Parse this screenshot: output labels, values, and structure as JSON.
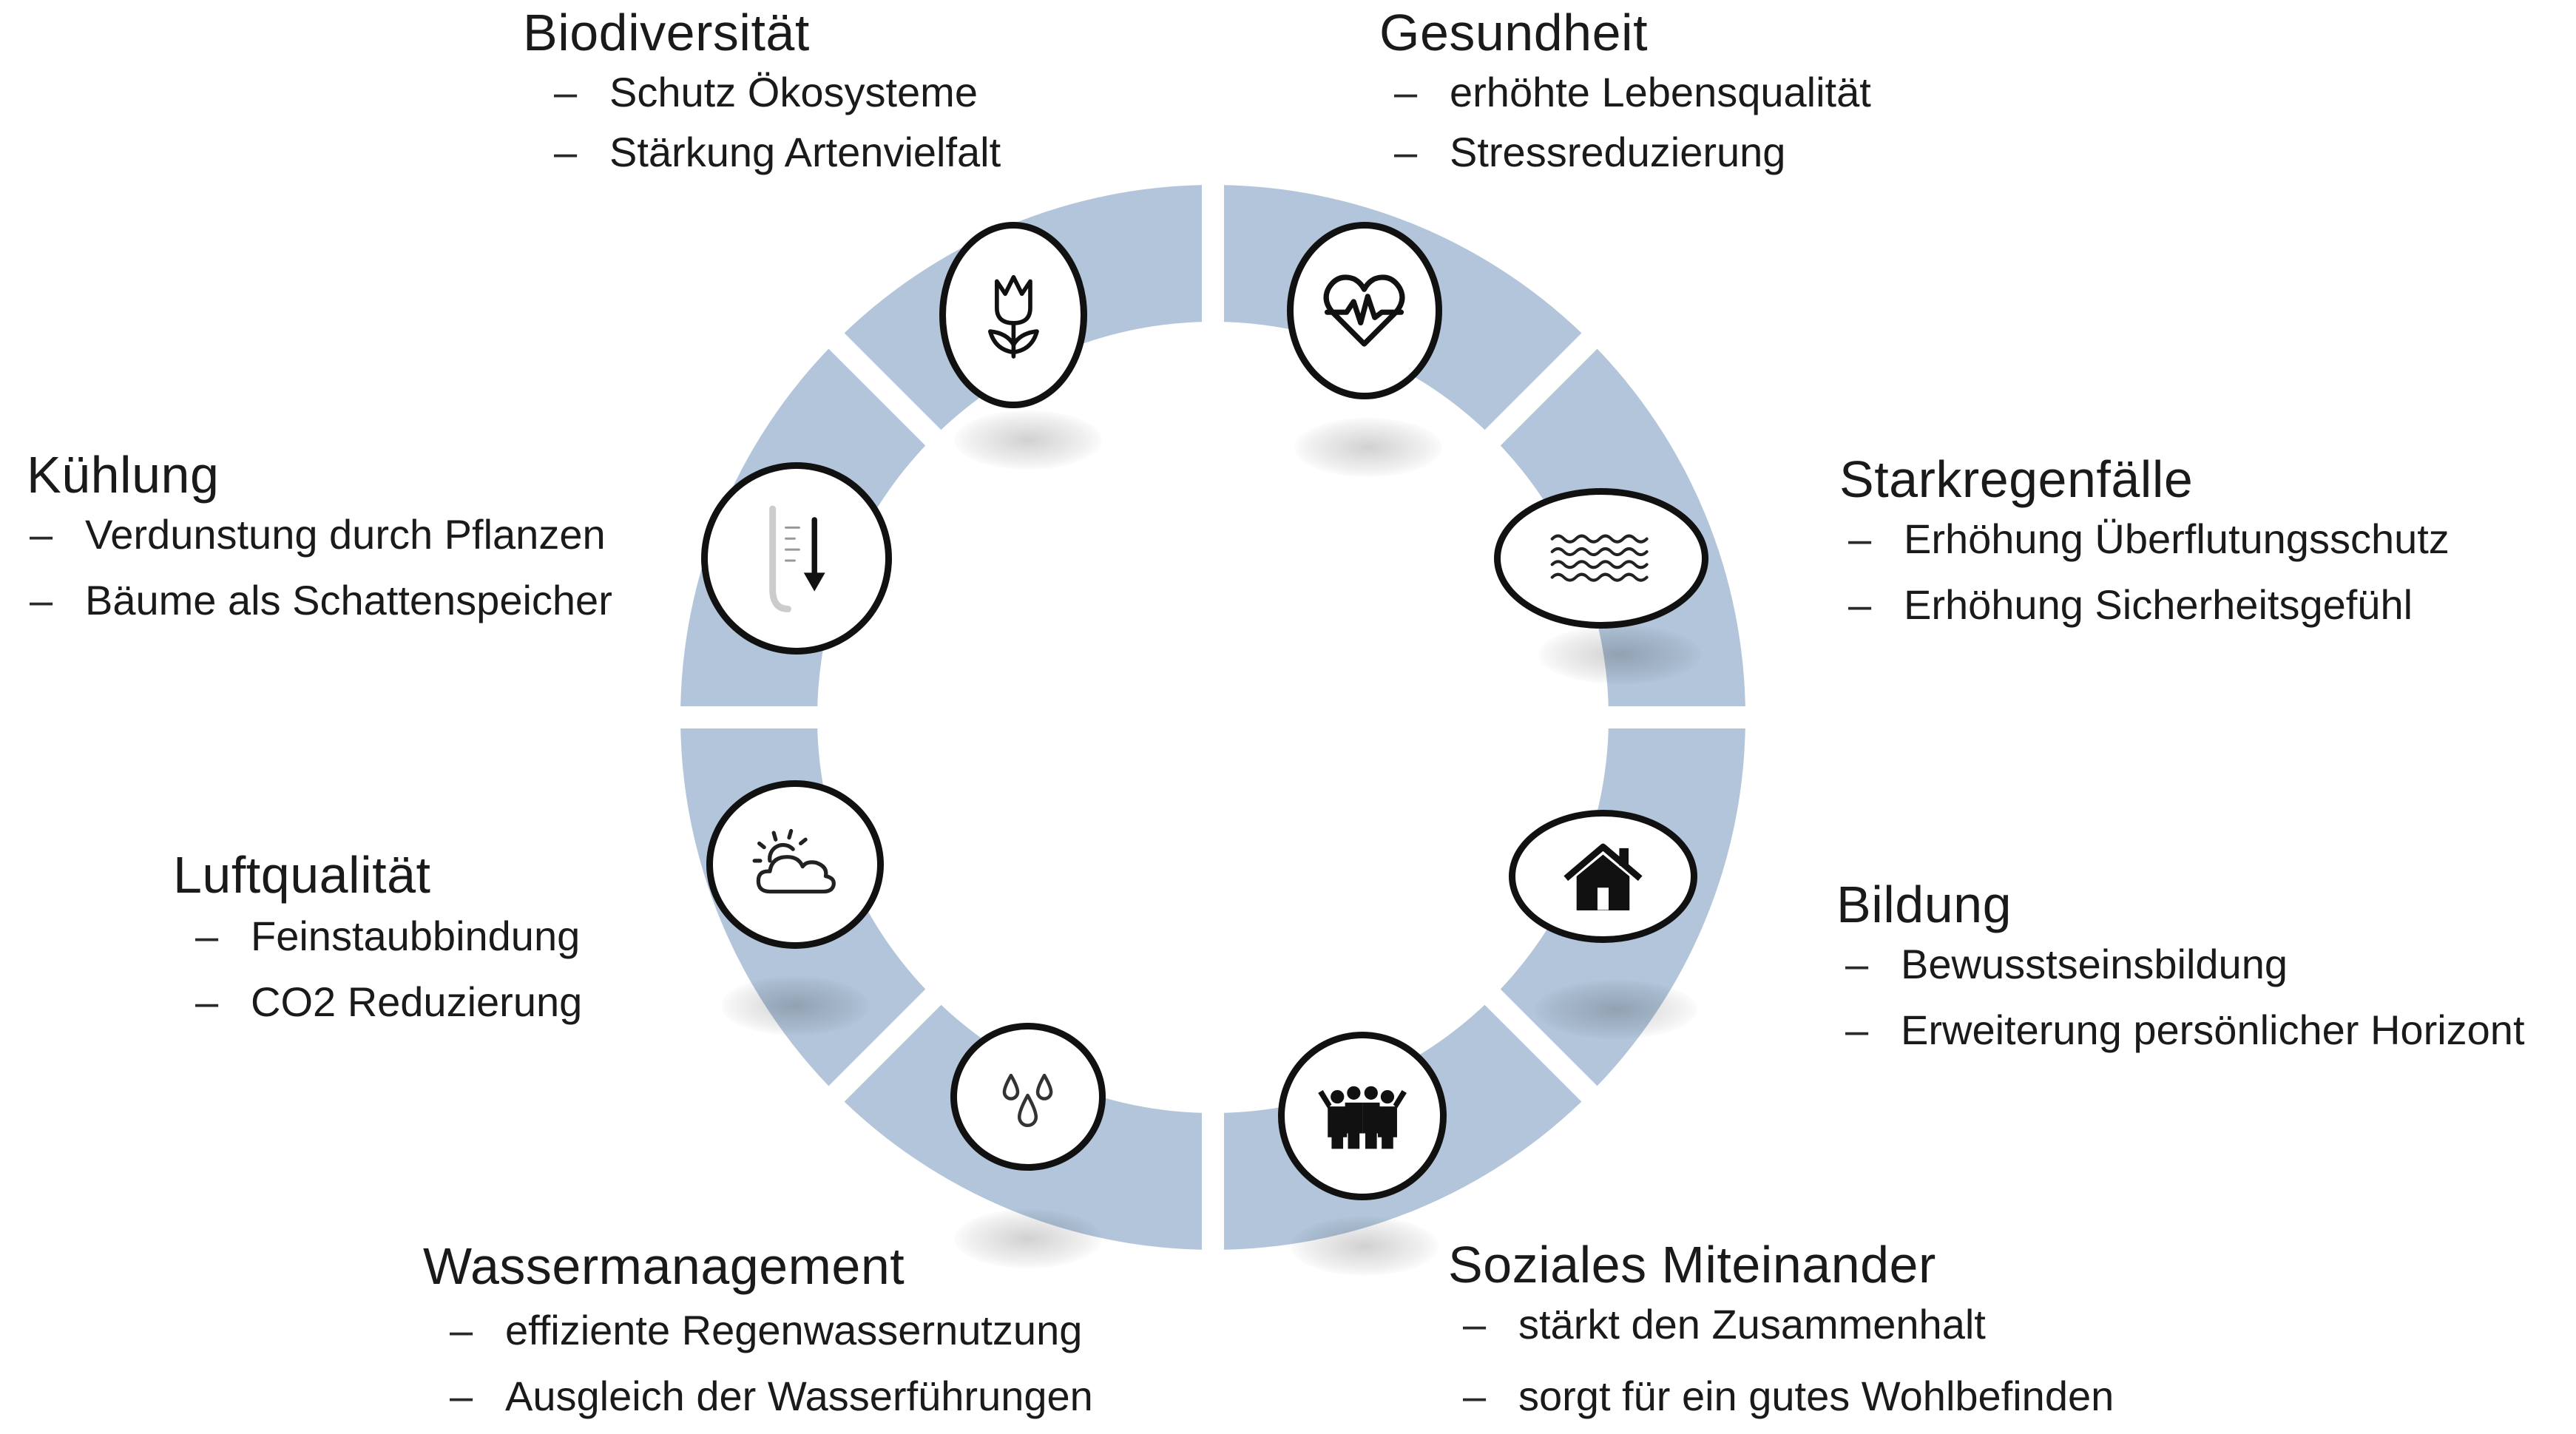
{
  "colors": {
    "ring": "#b2c5da",
    "icon_border": "#111111",
    "text": "#1a1a1a"
  },
  "categories": [
    {
      "title": "Biodiversität",
      "items": [
        "Schutz Ökosysteme",
        "Stärkung Artenvielfalt"
      ],
      "icon": "tulip-icon"
    },
    {
      "title": "Gesundheit",
      "items": [
        "erhöhte Lebensqualität",
        "Stressreduzierung"
      ],
      "icon": "heartbeat-icon"
    },
    {
      "title": "Starkregenfälle",
      "items": [
        "Erhöhung Überflutungsschutz",
        "Erhöhung Sicherheitsgefühl"
      ],
      "icon": "waves-icon"
    },
    {
      "title": "Bildung",
      "items": [
        "Bewusstseinsbildung",
        "Erweiterung persönlicher Horizont"
      ],
      "icon": "house-icon"
    },
    {
      "title": "Soziales Miteinander",
      "items": [
        "stärkt den Zusammenhalt",
        "sorgt für ein gutes Wohlbefinden"
      ],
      "icon": "people-icon"
    },
    {
      "title": "Wassermanagement",
      "items": [
        "effiziente Regenwassernutzung",
        "Ausgleich der Wasserführungen"
      ],
      "icon": "drops-icon"
    },
    {
      "title": "Luftqualität",
      "items": [
        "Feinstaubbindung",
        "CO2 Reduzierung"
      ],
      "icon": "sun-cloud-icon"
    },
    {
      "title": "Kühlung",
      "items": [
        "Verdunstung durch Pflanzen",
        "Bäume als Schattenspeicher"
      ],
      "icon": "thermometer-icon"
    }
  ]
}
